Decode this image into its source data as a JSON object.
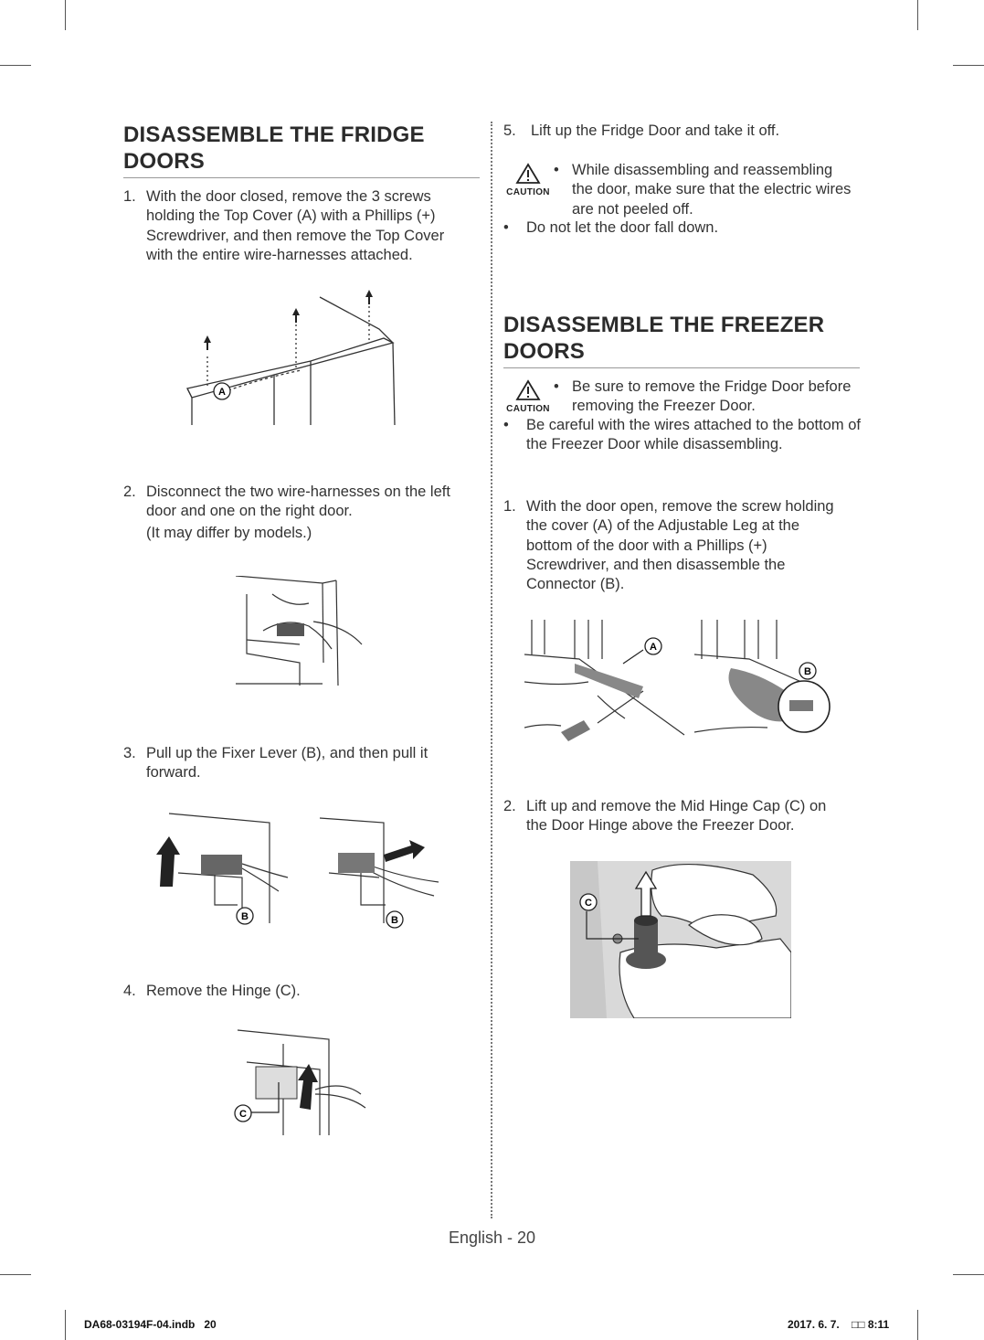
{
  "left": {
    "title_line1": "DISASSEMBLE THE FRIDGE",
    "title_line2": "DOORS",
    "steps": [
      {
        "num": "1.",
        "text": "With the door closed, remove the 3 screws holding the Top Cover (A) with a Phillips (+) Screwdriver, and then remove the Top Cover with the entire wire-harnesses attached."
      },
      {
        "num": "2.",
        "text": "Disconnect the two wire-harnesses on the left door and one on the right door.",
        "note": "(It may differ by models.)"
      },
      {
        "num": "3.",
        "text": "Pull up the Fixer Lever (B), and then pull it forward."
      },
      {
        "num": "4.",
        "text": "Remove the Hinge (C)."
      }
    ],
    "fig_labels": {
      "a": "A",
      "b": "B",
      "c": "C"
    }
  },
  "right": {
    "step5": {
      "num": "5.",
      "text": "Lift up the Fridge Door and take it off."
    },
    "caution_label": "CAUTION",
    "caution1_bullets": [
      "While disassembling and reassembling the door, make sure that the electric wires are not peeled off.",
      "Do not let the door fall down."
    ],
    "title_line1": "DISASSEMBLE THE FREEZER",
    "title_line2": "DOORS",
    "caution2_bullets": [
      "Be sure to remove the Fridge Door before removing the Freezer Door.",
      "Be careful with the wires attached to the bottom of the Freezer Door while disassembling."
    ],
    "steps": [
      {
        "num": "1.",
        "text": "With the door open, remove the screw holding the cover (A) of the Adjustable Leg at the bottom of the door with a Phillips (+) Screwdriver, and then disassemble the Connector (B)."
      },
      {
        "num": "2.",
        "text": "Lift up and remove the Mid Hinge Cap (C) on the Door Hinge above the Freezer Door."
      }
    ]
  },
  "footer": {
    "page": "English - 20",
    "file": "DA68-03194F-04.indb   20",
    "date": "2017. 6. 7.    □□ 8:11"
  }
}
